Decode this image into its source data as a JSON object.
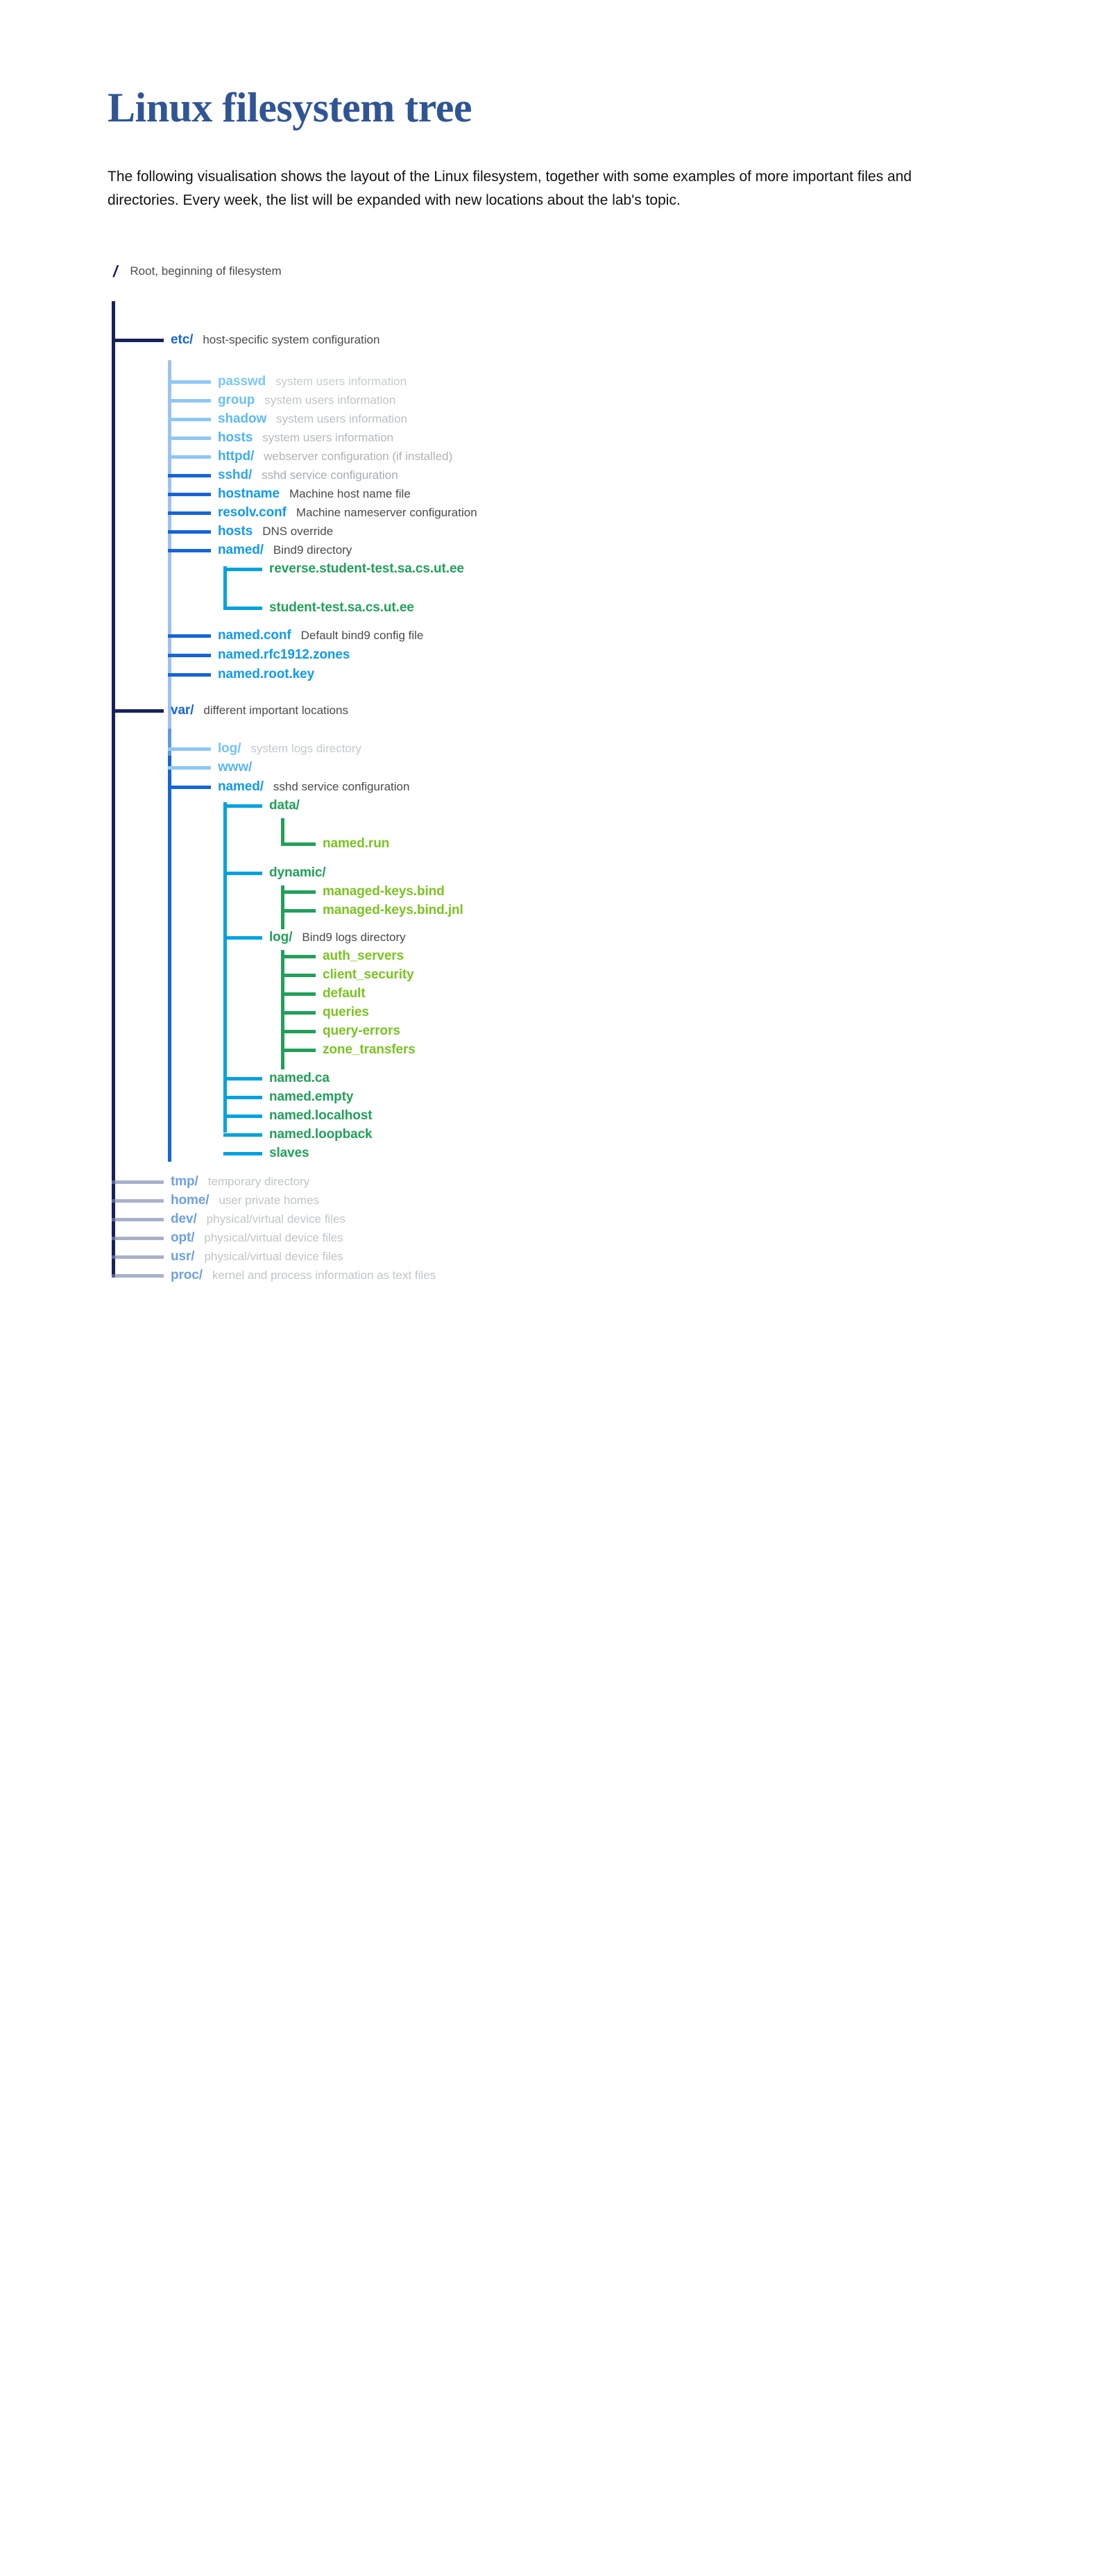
{
  "header": {
    "title": "Linux filesystem tree",
    "intro": "The following visualisation shows the layout of the Linux filesystem, together with some examples of more important files and directories. Every week, the list will be expanded with new locations about the lab's topic."
  },
  "colors": {
    "title_blue": "#2f5596",
    "trunk_navy": "#16225c",
    "trunk_blue": "#1565d8",
    "trunk_cyan": "#00a3e0",
    "trunk_green": "#21a05a",
    "name_blue": "#0f9af0",
    "name_green": "#21a05a",
    "name_lime": "#7ac420",
    "desc_grey": "#4a4a4a",
    "desc_muted": "#9aa0a6"
  },
  "tree": {
    "root": {
      "name": "/",
      "desc": "Root, beginning of filesystem"
    },
    "nodes": [
      {
        "id": "etc",
        "name": "etc/",
        "desc": "host-specific system configuration"
      },
      {
        "id": "etc-passwd",
        "name": "passwd",
        "desc": "system users information"
      },
      {
        "id": "etc-group",
        "name": "group",
        "desc": "system users information"
      },
      {
        "id": "etc-shadow",
        "name": "shadow",
        "desc": "system users information"
      },
      {
        "id": "etc-hosts-1",
        "name": "hosts",
        "desc": "system users information"
      },
      {
        "id": "etc-httpd",
        "name": "httpd/",
        "desc": "webserver configuration (if installed)"
      },
      {
        "id": "etc-sshd",
        "name": "sshd/",
        "desc": "sshd service configuration"
      },
      {
        "id": "etc-hostname",
        "name": "hostname",
        "desc": "Machine host name file"
      },
      {
        "id": "etc-resolvconf",
        "name": "resolv.conf",
        "desc": "Machine nameserver configuration"
      },
      {
        "id": "etc-hosts-2",
        "name": "hosts",
        "desc": "DNS override"
      },
      {
        "id": "etc-named",
        "name": "named/",
        "desc": "Bind9 directory"
      },
      {
        "id": "etc-named-reverse",
        "name": "reverse.student-test.sa.cs.ut.ee",
        "desc": ""
      },
      {
        "id": "etc-named-student",
        "name": "student-test.sa.cs.ut.ee",
        "desc": ""
      },
      {
        "id": "etc-namedconf",
        "name": "named.conf",
        "desc": "Default bind9 config file"
      },
      {
        "id": "etc-namedrfc",
        "name": "named.rfc1912.zones",
        "desc": ""
      },
      {
        "id": "etc-namedrootkey",
        "name": "named.root.key",
        "desc": ""
      },
      {
        "id": "var",
        "name": "var/",
        "desc": "different important locations"
      },
      {
        "id": "var-log",
        "name": "log/",
        "desc": "system logs directory"
      },
      {
        "id": "var-www",
        "name": "www/",
        "desc": ""
      },
      {
        "id": "var-named",
        "name": "named/",
        "desc": "sshd service configuration"
      },
      {
        "id": "var-named-data",
        "name": "data/",
        "desc": ""
      },
      {
        "id": "var-named-data-run",
        "name": "named.run",
        "desc": ""
      },
      {
        "id": "var-named-dynamic",
        "name": "dynamic/",
        "desc": ""
      },
      {
        "id": "var-named-dyn-mk",
        "name": "managed-keys.bind",
        "desc": ""
      },
      {
        "id": "var-named-dyn-mkjnl",
        "name": "managed-keys.bind.jnl",
        "desc": ""
      },
      {
        "id": "var-named-log",
        "name": "log/",
        "desc": "Bind9 logs directory"
      },
      {
        "id": "var-named-log-auth",
        "name": "auth_servers",
        "desc": ""
      },
      {
        "id": "var-named-log-client",
        "name": "client_security",
        "desc": ""
      },
      {
        "id": "var-named-log-default",
        "name": "default",
        "desc": ""
      },
      {
        "id": "var-named-log-queries",
        "name": "queries",
        "desc": ""
      },
      {
        "id": "var-named-log-qerr",
        "name": "query-errors",
        "desc": ""
      },
      {
        "id": "var-named-log-zone",
        "name": "zone_transfers",
        "desc": ""
      },
      {
        "id": "var-named-ca",
        "name": "named.ca",
        "desc": ""
      },
      {
        "id": "var-named-empty",
        "name": "named.empty",
        "desc": ""
      },
      {
        "id": "var-named-localhost",
        "name": "named.localhost",
        "desc": ""
      },
      {
        "id": "var-named-loopback",
        "name": "named.loopback",
        "desc": ""
      },
      {
        "id": "var-named-slaves",
        "name": "slaves",
        "desc": ""
      },
      {
        "id": "tmp",
        "name": "tmp/",
        "desc": "temporary directory"
      },
      {
        "id": "home",
        "name": "home/",
        "desc": "user private homes"
      },
      {
        "id": "dev",
        "name": "dev/",
        "desc": "physical/virtual device files"
      },
      {
        "id": "opt",
        "name": "opt/",
        "desc": "physical/virtual device files"
      },
      {
        "id": "usr",
        "name": "usr/",
        "desc": "physical/virtual device files"
      },
      {
        "id": "proc",
        "name": "proc/",
        "desc": "kernel and process information as text files"
      }
    ]
  }
}
